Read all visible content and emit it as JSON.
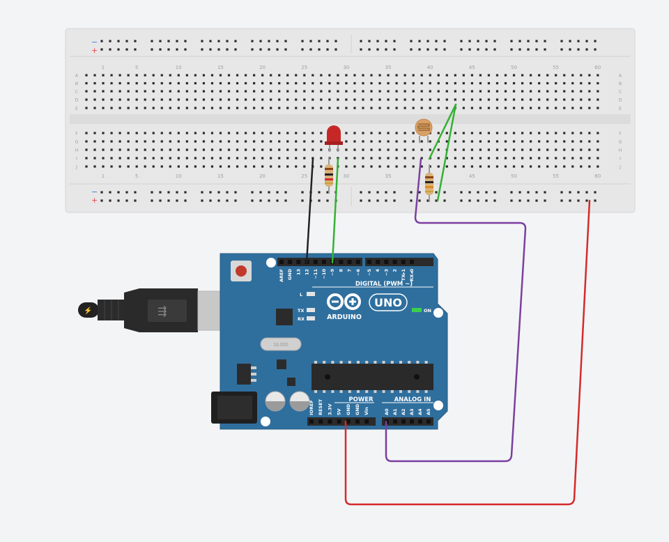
{
  "breadboard": {
    "column_labels": [
      "1",
      "5",
      "10",
      "15",
      "20",
      "25",
      "30",
      "35",
      "40",
      "45",
      "50",
      "55",
      "60"
    ],
    "row_labels_top": [
      "A",
      "B",
      "C",
      "D",
      "E"
    ],
    "row_labels_bottom": [
      "F",
      "G",
      "H",
      "I",
      "J"
    ],
    "rail_minus": "−",
    "rail_plus": "+"
  },
  "arduino": {
    "brand": "ARDUINO",
    "model": "UNO",
    "digital_label": "DIGITAL (PWM ~)",
    "power_label": "POWER",
    "analog_label": "ANALOG IN",
    "on_label": "ON",
    "l_label": "L",
    "tx_label": "TX",
    "rx_label": "RX",
    "digital_pins": [
      "AREF",
      "GND",
      "13",
      "12",
      "~11",
      "~10",
      "~9",
      "8",
      "7",
      "~6",
      "~5",
      "4",
      "~3",
      "2",
      "TX▸1",
      "RX◂0"
    ],
    "power_pins": [
      "IOREF",
      "RESET",
      "3.3V",
      "5V",
      "GND",
      "GND",
      "Vin"
    ],
    "analog_pins": [
      "A0",
      "A1",
      "A2",
      "A3",
      "A4",
      "A5"
    ],
    "crystal_text": "16.000"
  },
  "colors": {
    "breadboard": "#e7e7e7",
    "board": "#2f6f9e",
    "wire_black": "#222222",
    "wire_green": "#33b233",
    "wire_purple": "#7b3fa0",
    "wire_red": "#d42a2a",
    "led": "#c62828",
    "ldr": "#d9a066"
  }
}
